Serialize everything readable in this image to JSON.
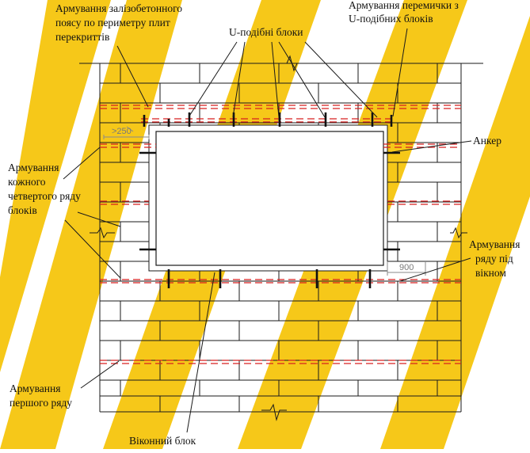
{
  "colors": {
    "watermark": "#f5c200",
    "rebar": "#d62020",
    "brick_line": "#1a1a1a",
    "dim_line": "#8a8a8a"
  },
  "labels": {
    "ring_beam_l1": "Армування залізобетонного",
    "ring_beam_l2": "поясу по периметру плит",
    "ring_beam_l3": "перекриттів",
    "u_blocks": "U-подібні блоки",
    "lintel_l1": "Армування перемички з",
    "lintel_l2": "U-подібних блоків",
    "anchor": "Анкер",
    "every_fourth_l1": "Армування",
    "every_fourth_l2": "кожного",
    "every_fourth_l3": "четвертого ряду",
    "every_fourth_l4": "блоків",
    "under_window_l1": "Армування",
    "under_window_l2": "ряду під",
    "under_window_l3": "вікном",
    "first_row_l1": "Армування",
    "first_row_l2": "першого ряду",
    "window_block": "Віконний блок"
  },
  "dimensions": {
    "min_overlap": ">250",
    "under_window_extension": "900"
  }
}
